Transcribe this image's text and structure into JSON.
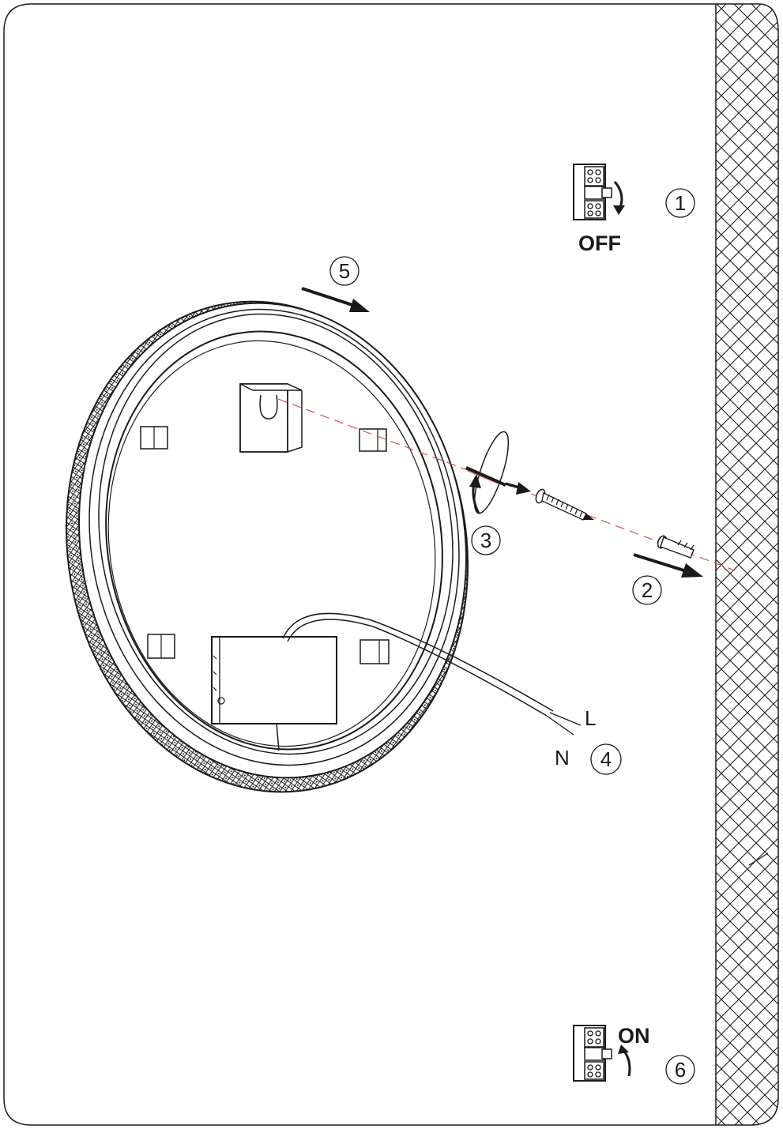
{
  "steps": {
    "s1": "1",
    "s2": "2",
    "s3": "3",
    "s4": "4",
    "s5": "5",
    "s6": "6"
  },
  "labels": {
    "off": "OFF",
    "on": "ON",
    "live": "L",
    "neutral": "N"
  },
  "colors": {
    "line": "#1a1a1a",
    "guide": "#d9534f",
    "background": "#ffffff"
  },
  "icons": {
    "breaker": "circuit-breaker-icon",
    "screw": "screw-icon",
    "anchor": "wall-anchor-icon",
    "washer": "washer-icon"
  }
}
